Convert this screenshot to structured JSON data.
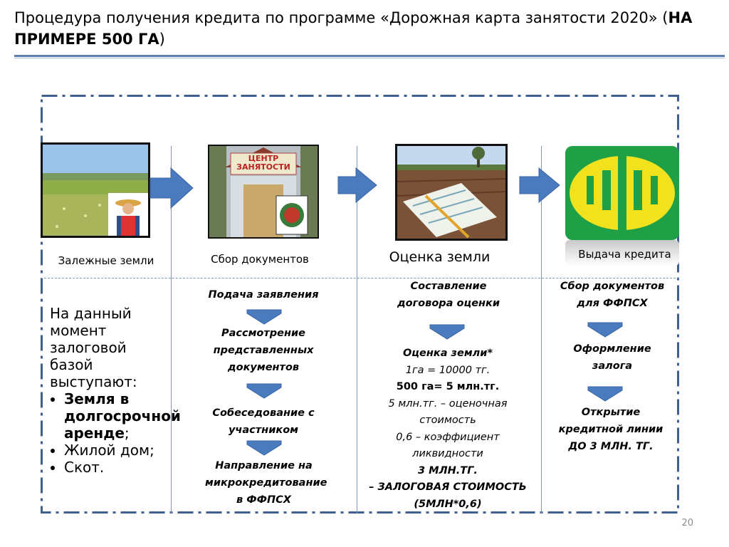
{
  "header": {
    "title_main": "Процедура получения кредита по программе «Дорожная карта занятости 2020» (",
    "title_bold": "НА ПРИМЕРЕ 500 ГА",
    "title_end": ")"
  },
  "columns": {
    "col1": {
      "label": "Залежные земли"
    },
    "col2": {
      "label": "Сбор документов",
      "sign_text": "ЦЕНТР ЗАНЯТОСТИ"
    },
    "col3": {
      "label": "Оценка земли"
    },
    "col4": {
      "label": "Выдача кредита"
    }
  },
  "left_block": {
    "intro": "На данный момент залоговой базой выступают:",
    "items": [
      {
        "bold": "Земля в долгосрочной аренде",
        "rest": ";"
      },
      {
        "bold": "",
        "rest": "Жилой дом;"
      },
      {
        "bold": "",
        "rest": "Скот."
      }
    ]
  },
  "col2_steps": [
    "Подача заявления",
    "Рассмотрение представленных документов",
    "Собеседование с участником",
    "Направление на микрокредитование в ФФПСХ"
  ],
  "col3_steps": {
    "step1": "Составление договора оценки",
    "assess_title": "Оценка земли*",
    "line1": "1га = 10000 тг.",
    "line2": "500 га= 5 млн.тг.",
    "line3": "5 млн.тг. – оценочная стоимость",
    "line4": "0,6 – коэффициент ликвидности",
    "line5": "3 МЛН.ТГ.",
    "line6": "– ЗАЛОГОВАЯ СТОИМОСТЬ (5МЛН*0,6)"
  },
  "col4_steps": [
    "Сбор документов для ФФПСХ",
    "Оформление залога",
    "Открытие кредитной линии ДО 3 МЛН. ТГ."
  ],
  "page_number": "20",
  "colors": {
    "accent": "#4f81bd",
    "arrow": "#4a7bbf",
    "logo_green": "#1fa046",
    "logo_yellow": "#f2e21d"
  }
}
